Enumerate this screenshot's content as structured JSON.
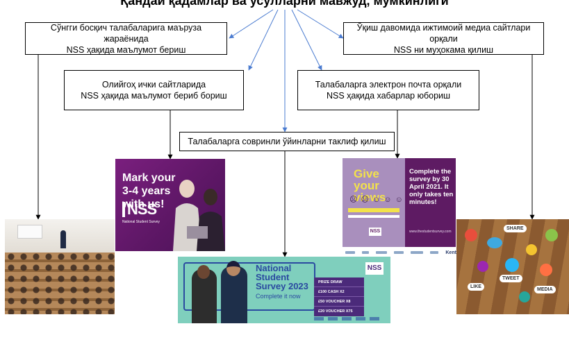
{
  "title": "Қандай қадамлар ва усулларни мавжуд, мумкинлиги",
  "boxes": {
    "b1": {
      "line1": "Сўнгги босқич талабаларига маъруза жараёнида",
      "line2": "NSS ҳақида маълумот бериш"
    },
    "b2": {
      "line1": "Ўқиш давомида ижтимоий медиа сайтлари орқали",
      "line2": "NSS ни муҳокама қилиш"
    },
    "b3": {
      "line1": "Олийгоҳ ички сайтларида",
      "line2": "NSS ҳақида маълумот бериб бориш"
    },
    "b4": {
      "line1": "Талабаларга электрон почта орқали",
      "line2": "NSS ҳақида хабарлар юбориш"
    },
    "b5": {
      "line1": "Талабаларга совринли ўйинларни таклиф қилиш"
    }
  },
  "poster1": {
    "headline": "Mark your 3-4 years with us!",
    "logo": "NSS",
    "logo_sub": "National Student Survey"
  },
  "poster2": {
    "headline": "Give your views",
    "faces": "☹ ☹ ☺ ☺ ☺",
    "logo": "NSS",
    "complete_text": "Complete the survey by 30 April 2021. It only takes ten minutes!",
    "url": "www.thestudentsurvey.com",
    "partner": "Kent"
  },
  "poster3": {
    "headline": "National Student Survey 2023",
    "subline": "Complete it now",
    "logo": "NSS",
    "prize_rows": [
      "PRIZE DRAW",
      "£100 CASH  X2",
      "£50 VOUCHER  X8",
      "£20 VOUCHER  X75"
    ]
  },
  "social": {
    "tags": [
      "SHARE",
      "LIKE",
      "TWEET",
      "MEDIA"
    ]
  },
  "colors": {
    "arrow_blue": "#4a7bd0",
    "arrow_black": "#000000",
    "nss_purple": "#5e1766"
  }
}
